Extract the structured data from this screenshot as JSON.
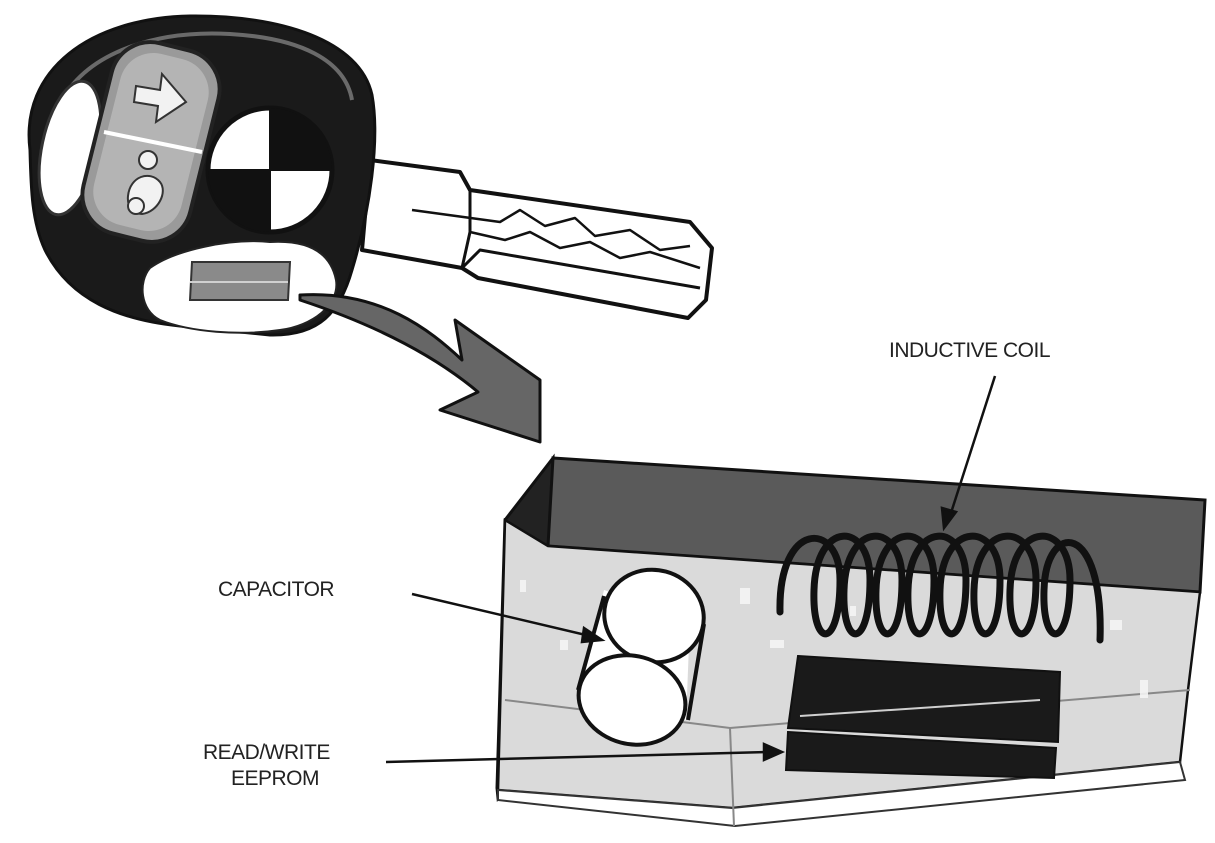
{
  "labels": {
    "inductive_coil": "INDUCTIVE COIL",
    "capacitor": "CAPACITOR",
    "eeprom_line1": "READ/WRITE",
    "eeprom_line2": "EEPROM"
  },
  "colors": {
    "ink": "#111111",
    "dark_gray": "#555555",
    "mid_gray": "#8a8a8a",
    "light_gray": "#d6d6d6",
    "paper": "#ffffff"
  }
}
